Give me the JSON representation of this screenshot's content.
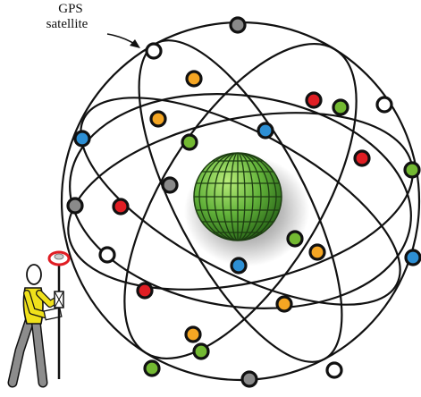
{
  "label": {
    "line1": "GPS",
    "line2": "satellite"
  },
  "icons": {
    "earth": "earth-globe-icon",
    "surveyor": "surveyor-person-icon",
    "receiver": "gps-receiver-icon",
    "arrow": "pointer-arrow-icon"
  },
  "colors": {
    "orbit": "#111111",
    "earth": "#6cc24a",
    "grid": "#1d3d12",
    "shirt": "#f0e11b",
    "red": "#e01e24",
    "orange": "#f5a623",
    "green": "#73b932",
    "blue": "#2d8fd4",
    "gray": "#8a8a8a",
    "white": "#ffffff"
  },
  "satellites": [
    {
      "color": "white"
    },
    {
      "color": "gray"
    },
    {
      "color": "orange"
    },
    {
      "color": "green"
    },
    {
      "color": "red"
    },
    {
      "color": "green"
    },
    {
      "color": "white"
    },
    {
      "color": "orange"
    },
    {
      "color": "blue"
    },
    {
      "color": "green"
    },
    {
      "color": "blue"
    },
    {
      "color": "red"
    },
    {
      "color": "gray"
    },
    {
      "color": "gray"
    },
    {
      "color": "red"
    },
    {
      "color": "green"
    },
    {
      "color": "orange"
    },
    {
      "color": "blue"
    },
    {
      "color": "blue"
    },
    {
      "color": "white"
    },
    {
      "color": "red"
    },
    {
      "color": "orange"
    },
    {
      "color": "orange"
    },
    {
      "color": "green"
    },
    {
      "color": "white"
    },
    {
      "color": "green"
    },
    {
      "color": "gray"
    }
  ]
}
